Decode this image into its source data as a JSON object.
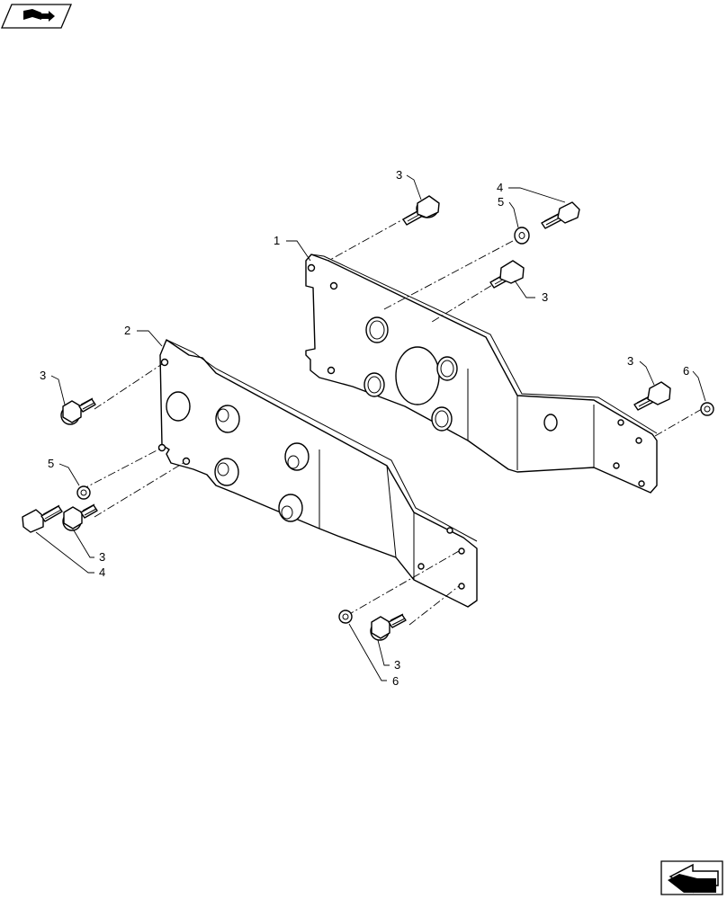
{
  "icons": {
    "top_left": "book-navigation-icon",
    "bottom_right": "back-arrow-icon"
  },
  "callouts": {
    "c1": "1",
    "c2": "2",
    "c3a": "3",
    "c4a": "4",
    "c5a": "5",
    "c3b": "3",
    "c3c": "3",
    "c6a": "6",
    "c3d": "3",
    "c5b": "5",
    "c3e": "3",
    "c4b": "4",
    "c3f": "3",
    "c6b": "6"
  }
}
